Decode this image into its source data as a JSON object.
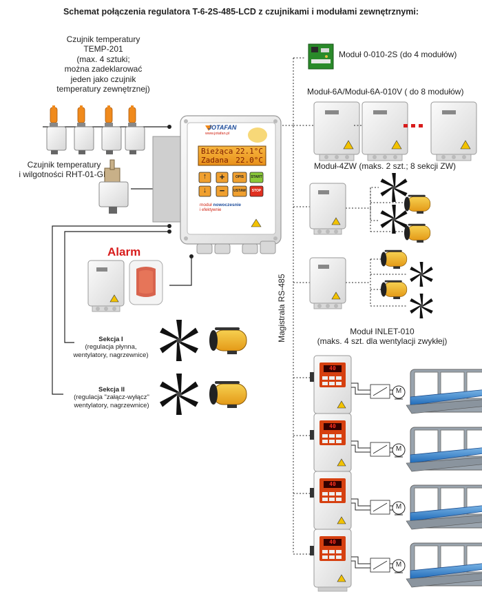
{
  "title": "Schemat połączenia regulatora T-6-2S-485-LCD z czujnikami i modułami zewnętrznymi:",
  "sensors": {
    "temp_label": [
      "Czujnik temperatury",
      "TEMP-201",
      "(max. 4 sztuki;",
      "można zadeklarować",
      "jeden jako czujnik",
      "temperatury zewnętrznej)"
    ],
    "humidity_label": [
      "Czujnik temperatury",
      "i wilgotności RHT-01-GN"
    ]
  },
  "controller": {
    "brand": "JOTAFAN",
    "website": "www.jotafan.pl",
    "lcd_line1_label": "Bieżąca",
    "lcd_line1_value": "22.1°C",
    "lcd_line2_label": "Zadana",
    "lcd_line2_value": "22.0°C",
    "buttons": {
      "up": "↑",
      "plus": "+",
      "opis": "OPIS",
      "start": "START",
      "down": "↓",
      "minus": "−",
      "ustaw": "USTAW",
      "stop": "STOP"
    },
    "slogan_1": "moduł",
    "slogan_2": "nowoczesnie",
    "slogan_3": "i efektywnie"
  },
  "alarm": {
    "label": "Alarm"
  },
  "sections": {
    "s1_title": "Sekcja I",
    "s1_lines": [
      "(regulacja płynna,",
      "wentylatory, nagrzewnice)"
    ],
    "s2_title": "Sekcja II",
    "s2_lines": [
      "(regulacja \"załącz-wyłącz\"",
      "wentylatory, nagrzewnice)"
    ]
  },
  "bus": {
    "label": "Magistrala RS-485"
  },
  "modules": {
    "m0010": "Moduł 0-010-2S (do 4 modułów)",
    "m6a": "Moduł-6A/Moduł-6A-010V ( do 8 modułów)",
    "m4zw": "Moduł-4ZW (maks. 2 szt.; 8 sekcji ZW)",
    "inlet_1": "Moduł INLET-010",
    "inlet_2": "(maks. 4 szt. dla wentylacji zwykłej)",
    "motor_label": "M",
    "inlet_display": "40"
  },
  "colors": {
    "orange": "#f08a1c",
    "heater": "#f0b428",
    "alarm_red": "#d81c1c",
    "lcd_bg": "#f0a028",
    "brand_blue": "#1a4a9a",
    "dots_red": "#d81c1c",
    "fan_black": "#111111"
  }
}
